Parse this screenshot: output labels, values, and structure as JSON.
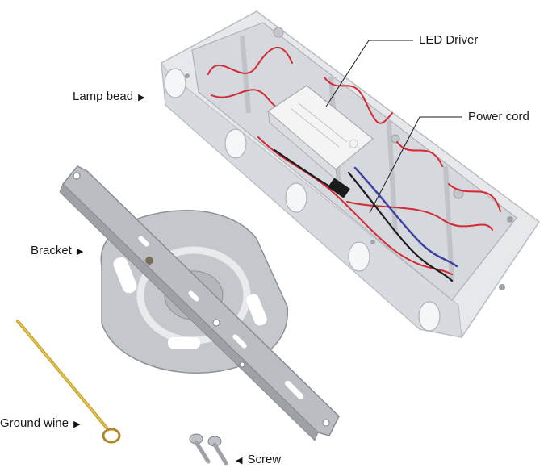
{
  "labels": {
    "led_driver": "LED Driver",
    "power_cord": "Power cord",
    "lamp_bead": "Lamp bead",
    "bracket": "Bracket",
    "ground_wire": "Ground wine",
    "screw": "Screw"
  },
  "arrows": {
    "right": "▶",
    "left": "◀"
  },
  "colors": {
    "housing": "#e4e6e9",
    "housing_shadow": "#c7cacf",
    "wire_red": "#d42a36",
    "wire_blue": "#3d3fa3",
    "wire_black": "#1b1b1b",
    "bracket_metal": "#b9bcc0",
    "ground_wire": "#caa62b"
  }
}
